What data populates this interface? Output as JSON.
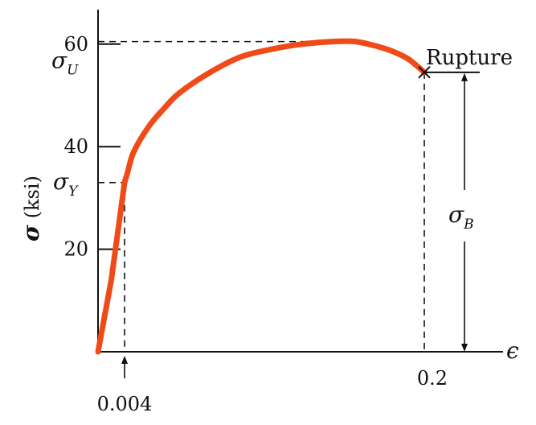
{
  "chart_data": {
    "type": "line",
    "title": "",
    "xlabel": "ϵ",
    "ylabel": "σ (ksi)",
    "ylabel_parts": {
      "symbol": "σ",
      "unit": "(ksi)"
    },
    "xlim": [
      0,
      0.245
    ],
    "ylim": [
      0,
      64
    ],
    "y_ticks": [
      20,
      40,
      60
    ],
    "x_tick_labels": [
      "0.004",
      "0.2"
    ],
    "series": [
      {
        "x": [
          0,
          0.002,
          0.004,
          0.006,
          0.01,
          0.02,
          0.03,
          0.04,
          0.06,
          0.08,
          0.1,
          0.12,
          0.14,
          0.155,
          0.17,
          0.18,
          0.19,
          0.2
        ],
        "y": [
          0,
          14,
          33,
          35,
          39,
          44,
          47.5,
          50.5,
          54.5,
          57.5,
          59,
          60,
          60.5,
          60.5,
          59.5,
          58.5,
          57,
          54.5
        ],
        "color": "#f04a19"
      }
    ],
    "annotations": {
      "ultimate": {
        "symbol": "σ",
        "sub": "U",
        "value": 60.5,
        "x_at": 0.155
      },
      "yield": {
        "symbol": "σ",
        "sub": "Y",
        "value": 33,
        "strain": 0.004,
        "strain_label": "0.004"
      },
      "rupture": {
        "label": "Rupture",
        "strain": 0.2,
        "stress": 54.5,
        "strain_label": "0.2"
      },
      "breaking": {
        "symbol": "σ",
        "sub": "B"
      }
    }
  }
}
